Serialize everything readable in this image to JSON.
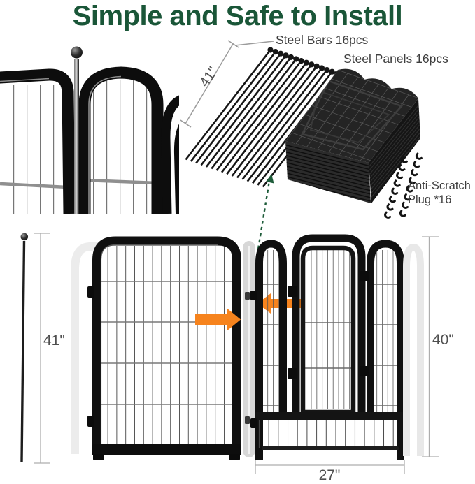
{
  "title": "Simple and Safe to Install",
  "labels": {
    "steel_bars": "Steel Bars 16pcs",
    "steel_panels": "Steel Panels 16pcs",
    "anti_scratch_line1": "Anti-Scratch",
    "anti_scratch_line2": "Plug *16"
  },
  "dimensions": {
    "bars_length": "41\"",
    "left_panel_height": "41\"",
    "right_panel_height": "40\"",
    "gate_panel_width": "27\""
  },
  "colors": {
    "title_green": "#1A5638",
    "arrow_orange": "#F6831D",
    "dashed_arrow_green": "#1E5C3A",
    "label_gray": "#3D3D3D",
    "dimension_gray": "#4F4F4F",
    "fence_black": "#101010",
    "ghost_panel_gray": "#E9E9E9"
  }
}
